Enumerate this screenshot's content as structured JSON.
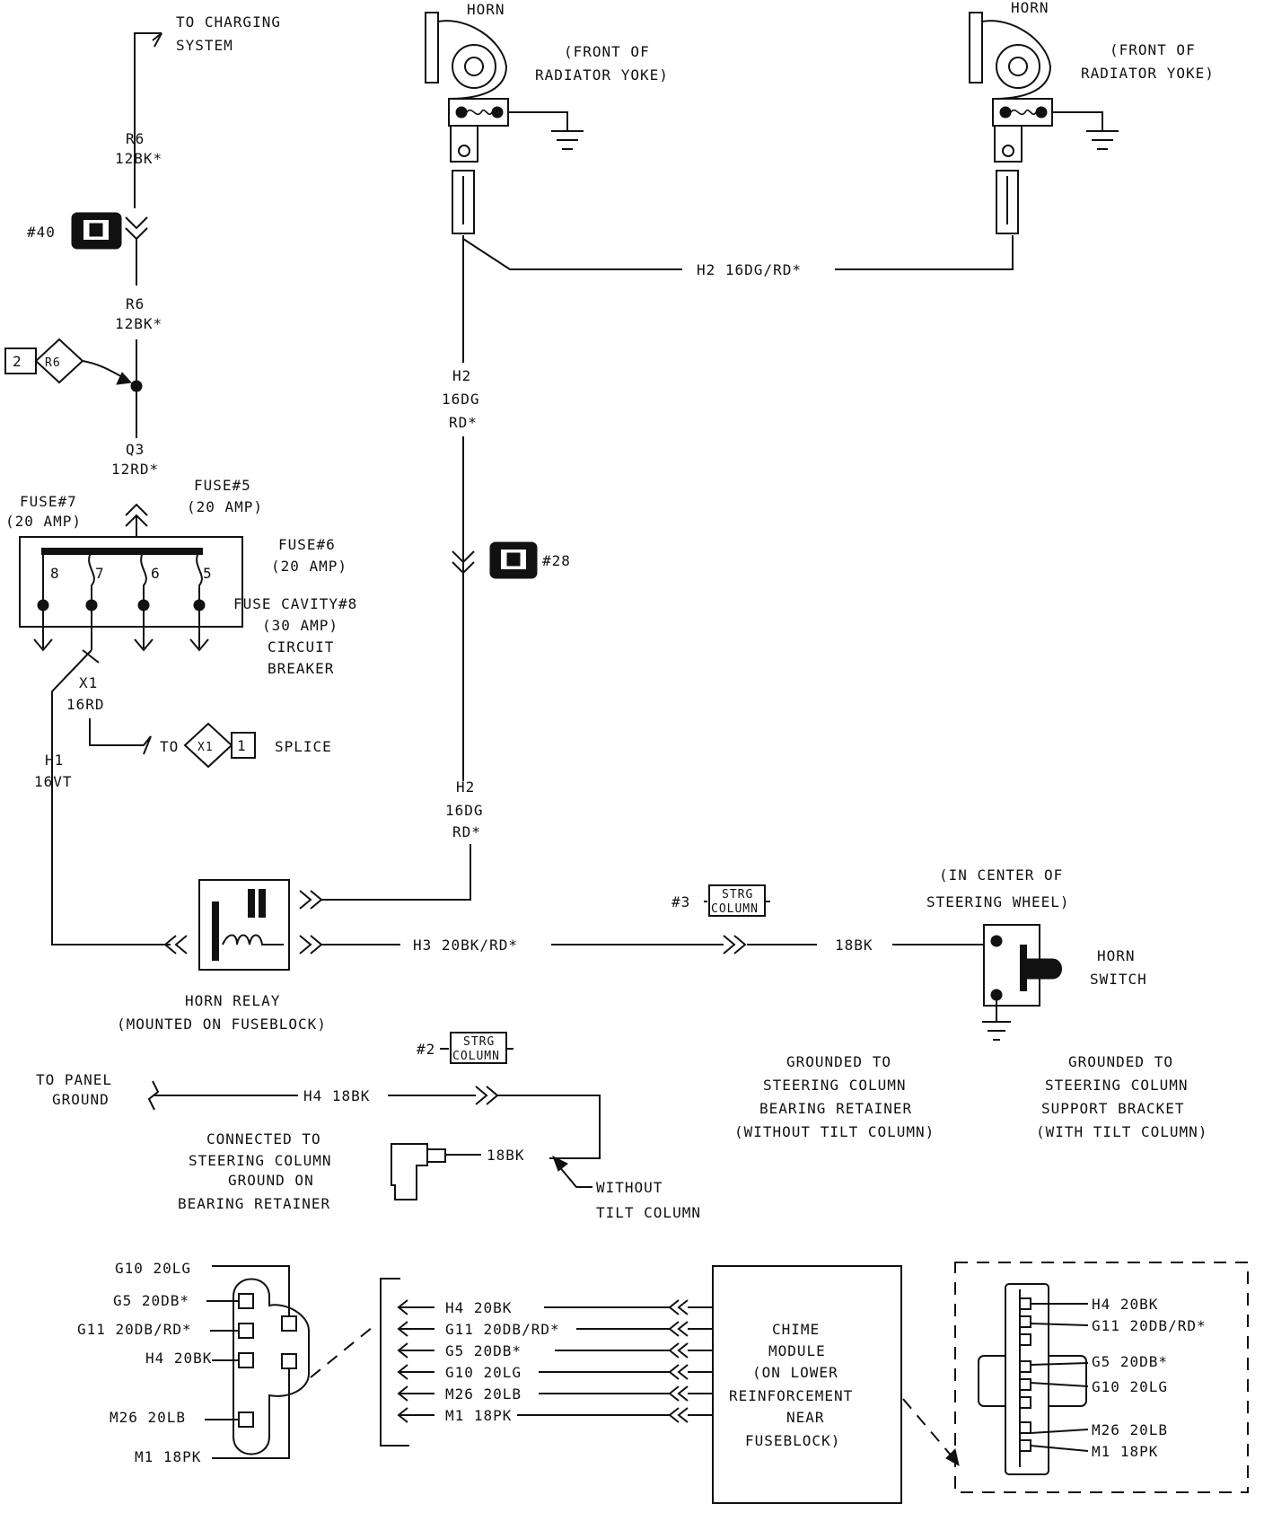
{
  "labels": {
    "charging": [
      "TO CHARGING",
      "SYSTEM"
    ],
    "r6_a": [
      "R6",
      "12BK*"
    ],
    "c40": "#40",
    "r6_b": [
      "R6",
      "12BK*"
    ],
    "splice_ref": {
      "num": "2",
      "id": "R6"
    },
    "q3": [
      "Q3",
      "12RD*"
    ],
    "fuse7": [
      "FUSE#7",
      "(20 AMP)"
    ],
    "fuse5": [
      "FUSE#5",
      "(20 AMP)"
    ],
    "fuse6": [
      "FUSE#6",
      "(20 AMP)"
    ],
    "fuse_cavity": [
      "FUSE CAVITY#8",
      "(30 AMP)",
      "CIRCUIT",
      "BREAKER"
    ],
    "fuse_nums": [
      "8",
      "7",
      "6",
      "5"
    ],
    "x1": [
      "X1",
      "16RD"
    ],
    "splice_to": {
      "to": "TO",
      "id": "X1",
      "num": "1",
      "label": "SPLICE"
    },
    "h1": [
      "H1",
      "16VT"
    ],
    "horn_left": {
      "title": "HORN",
      "loc": [
        "(FRONT OF",
        "RADIATOR YOKE)"
      ]
    },
    "horn_right": {
      "title": "HORN",
      "loc": [
        "(FRONT OF",
        "RADIATOR YOKE)"
      ]
    },
    "h2_top": "H2 16DG/RD*",
    "h2_mid": [
      "H2",
      "16DG",
      "RD*"
    ],
    "c28": "#28",
    "h2_low": [
      "H2",
      "16DG",
      "RD*"
    ],
    "strg3": {
      "num": "#3",
      "text": [
        "STRG",
        "COLUMN"
      ]
    },
    "h3": "H3 20BK/RD*",
    "bk18_a": "18BK",
    "steer_center": [
      "(IN CENTER OF",
      "STEERING WHEEL)"
    ],
    "horn_switch": [
      "HORN",
      "SWITCH"
    ],
    "horn_relay": [
      "HORN RELAY",
      "(MOUNTED ON FUSEBLOCK)"
    ],
    "strg2": {
      "num": "#2",
      "text": [
        "STRG",
        "COLUMN"
      ]
    },
    "panel_ground": [
      "TO PANEL",
      "GROUND"
    ],
    "h4_18": "H4 18BK",
    "connected_to": [
      "CONNECTED TO",
      "STEERING COLUMN",
      "GROUND ON",
      "BEARING RETAINER"
    ],
    "bk18_b": "18BK",
    "without_tilt": [
      "WITHOUT",
      "TILT COLUMN"
    ],
    "grounded_a": [
      "GROUNDED TO",
      "STEERING COLUMN",
      "BEARING RETAINER",
      "(WITHOUT TILT COLUMN)"
    ],
    "grounded_b": [
      "GROUNDED TO",
      "STEERING COLUMN",
      "SUPPORT BRACKET",
      "(WITH TILT COLUMN)"
    ],
    "left_conn": [
      "G10 20LG",
      "G5 20DB*",
      "G11 20DB/RD*",
      "H4 20BK",
      "M26 20LB",
      "M1 18PK"
    ],
    "mid_wires": [
      "H4 20BK",
      "G11 20DB/RD*",
      "G5 20DB*",
      "G10 20LG",
      "M26 20LB",
      "M1 18PK"
    ],
    "chime": [
      "CHIME",
      "MODULE",
      "(ON LOWER",
      "REINFORCEMENT",
      "NEAR",
      "FUSEBLOCK)"
    ],
    "right_conn": [
      "H4 20BK",
      "G11 20DB/RD*",
      "G5 20DB*",
      "G10 20LG",
      "M26 20LB",
      "M1 18PK"
    ]
  }
}
